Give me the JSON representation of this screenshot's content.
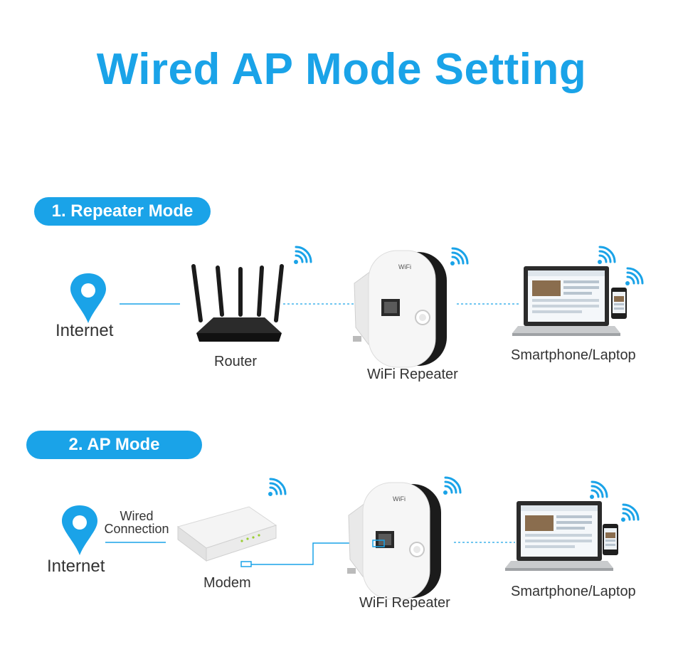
{
  "title": "Wired AP Mode Setting",
  "colors": {
    "accent": "#1aa3e8",
    "text": "#333333",
    "device_dark": "#1d1d1d"
  },
  "sections": [
    {
      "heading": "1. Repeater Mode",
      "nodes": {
        "internet": "Internet",
        "router": "Router",
        "repeater": "WiFi Repeater",
        "clients": "Smartphone/Laptop"
      }
    },
    {
      "heading": "2. AP Mode",
      "nodes": {
        "internet": "Internet",
        "wired": "Wired Connection",
        "wired_line1": "Wired",
        "wired_line2": "Connection",
        "modem": "Modem",
        "repeater": "WiFi Repeater",
        "clients": "Smartphone/Laptop"
      }
    }
  ],
  "icons": [
    "location-pin-icon",
    "wifi-signal-icon",
    "router-icon",
    "repeater-icon",
    "laptop-icon",
    "smartphone-icon",
    "modem-icon"
  ]
}
